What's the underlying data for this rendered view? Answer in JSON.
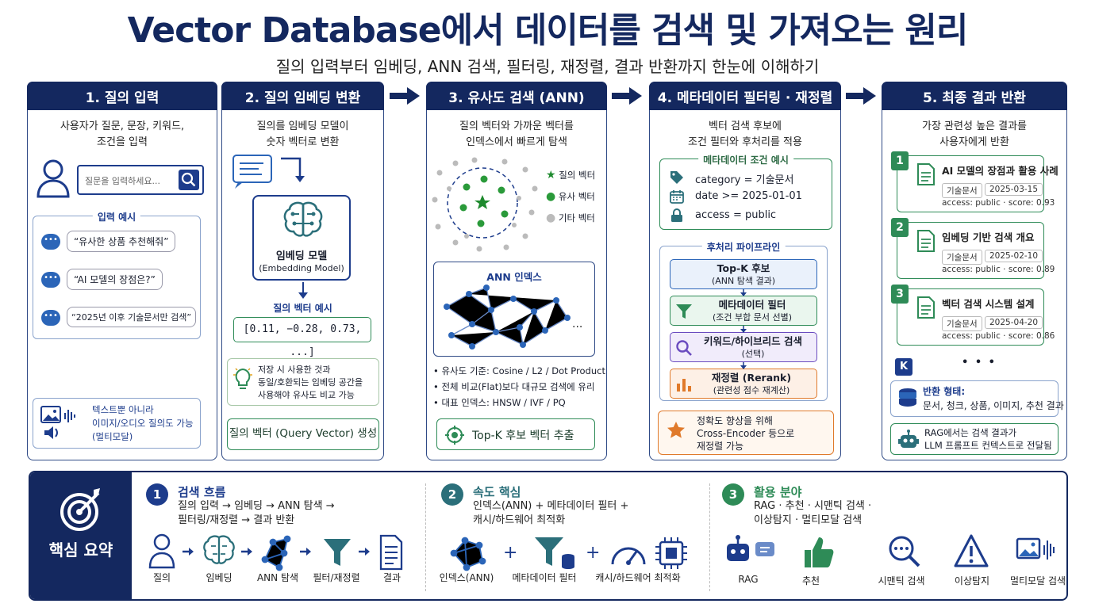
{
  "title": "Vector Database에서 데이터를 검색 및 가져오는 원리",
  "subtitle": "질의 입력부터 임베딩, ANN 검색, 필터링, 재정렬, 결과 반환까지 한눈에 이해하기",
  "steps": [
    {
      "head": "1. 질의 입력",
      "desc1": "사용자가 질문, 문장, 키워드,",
      "desc2": "조건을 입력",
      "search_placeholder": "질문을 입력하세요...",
      "examples_label": "입력 예시",
      "examples": [
        "“유사한 상품 추천해줘”",
        "“AI 모델의 장점은?”",
        "“2025년 이후 기술문서만 검색”"
      ],
      "multimodal1": "텍스트뿐 아니라",
      "multimodal2": "이미지/오디오 질의도 가능",
      "multimodal3": "(멀티모달)"
    },
    {
      "head": "2. 질의 임베딩 변환",
      "desc1": "질의를 임베딩 모델이",
      "desc2": "숫자 벡터로 변환",
      "model_name": "임베딩 모델",
      "model_sub": "(Embedding Model)",
      "vector_label": "질의 벡터 예시",
      "vector_value": "[0.11,  −0.28,  0.73,  ...]",
      "tip1": "저장 시 사용한 것과",
      "tip2": "동일/호환되는 임베딩 공간을",
      "tip3": "사용해야 유사도 비교 가능",
      "output": "질의 벡터 (Query Vector) 생성"
    },
    {
      "head": "3. 유사도 검색 (ANN)",
      "desc1": "질의 벡터와 가까운 벡터를",
      "desc2": "인덱스에서 빠르게 탐색",
      "legend": [
        "질의 벡터",
        "유사 벡터",
        "기타 벡터"
      ],
      "index_label": "ANN 인덱스",
      "bullets": [
        "유사도 기준: Cosine / L2 / Dot Product",
        "전체 비교(Flat)보다 대규모 검색에 유리",
        "대표 인덱스: HNSW / IVF / PQ"
      ],
      "output": "Top-K 후보 벡터 추출"
    },
    {
      "head": "4. 메타데이터 필터링 · 재정렬",
      "desc1": "벡터 검색 후보에",
      "desc2": "조건 필터와 후처리를 적용",
      "meta_label": "메타데이터 조건 예시",
      "conditions": [
        "category = 기술문서",
        "date >= 2025-01-01",
        "access = public"
      ],
      "pipeline_label": "후처리 파이프라인",
      "pipeline": [
        {
          "title": "Top-K 후보",
          "sub": "(ANN 탐색 결과)"
        },
        {
          "title": "메타데이터 필터",
          "sub": "(조건 부합 문서 선별)"
        },
        {
          "title": "키워드/하이브리드 검색",
          "sub": "(선택)"
        },
        {
          "title": "재정렬 (Rerank)",
          "sub": "(관련성 점수 재계산)"
        }
      ],
      "note1": "정확도 향상을 위해",
      "note2": "Cross-Encoder 등으로",
      "note3": "재정렬 가능"
    },
    {
      "head": "5. 최종 결과 반환",
      "desc1": "가장 관련성 높은 결과를",
      "desc2": "사용자에게 반환",
      "results": [
        {
          "num": "1",
          "title": "AI 모델의 장점과 활용 사례",
          "tag": "기술문서",
          "date": "2025-03-15",
          "meta": "access: public  ·  score: 0.93"
        },
        {
          "num": "2",
          "title": "임베딩 기반 검색 개요",
          "tag": "기술문서",
          "date": "2025-02-10",
          "meta": "access: public  ·  score: 0.89"
        },
        {
          "num": "3",
          "title": "벡터 검색 시스템 설계",
          "tag": "기술문서",
          "date": "2025-04-20",
          "meta": "access: public  ·  score: 0.86"
        }
      ],
      "k_badge": "K",
      "more": "• • •",
      "return_label": "반환 형태:",
      "return_text": "문서, 청크, 상품, 이미지, 추천 결과",
      "rag1": "RAG에서는 검색 결과가",
      "rag2": "LLM 프롬프트 컨텍스트로 전달됨"
    }
  ],
  "summary": {
    "label": "핵심 요약",
    "sections": [
      {
        "num": "1",
        "title": "검색 흐름",
        "line1": "질의 입력 → 임베딩 → ANN 탐색 →",
        "line2": "필터링/재정렬 → 결과 반환",
        "icons": [
          "질의",
          "임베딩",
          "ANN 탐색",
          "필터/재정렬",
          "결과"
        ]
      },
      {
        "num": "2",
        "title": "속도 핵심",
        "line1": "인덱스(ANN) + 메타데이터 필터 +",
        "line2": "캐시/하드웨어 최적화",
        "icons": [
          "인덱스(ANN)",
          "메타데이터 필터",
          "캐시/하드웨어 최적화"
        ]
      },
      {
        "num": "3",
        "title": "활용 분야",
        "line1": "RAG · 추천 · 시맨틱 검색 ·",
        "line2": "이상탐지 · 멀티모달 검색",
        "icons": [
          "RAG",
          "추천",
          "시맨틱 검색",
          "이상탐지",
          "멀티모달 검색"
        ]
      }
    ]
  },
  "colors": {
    "navy": "#14285f",
    "blue": "#2b65b8",
    "green": "#2e8b57",
    "orange": "#e07a2b",
    "purple": "#6a4bbf",
    "teal": "#2b6f7a"
  }
}
